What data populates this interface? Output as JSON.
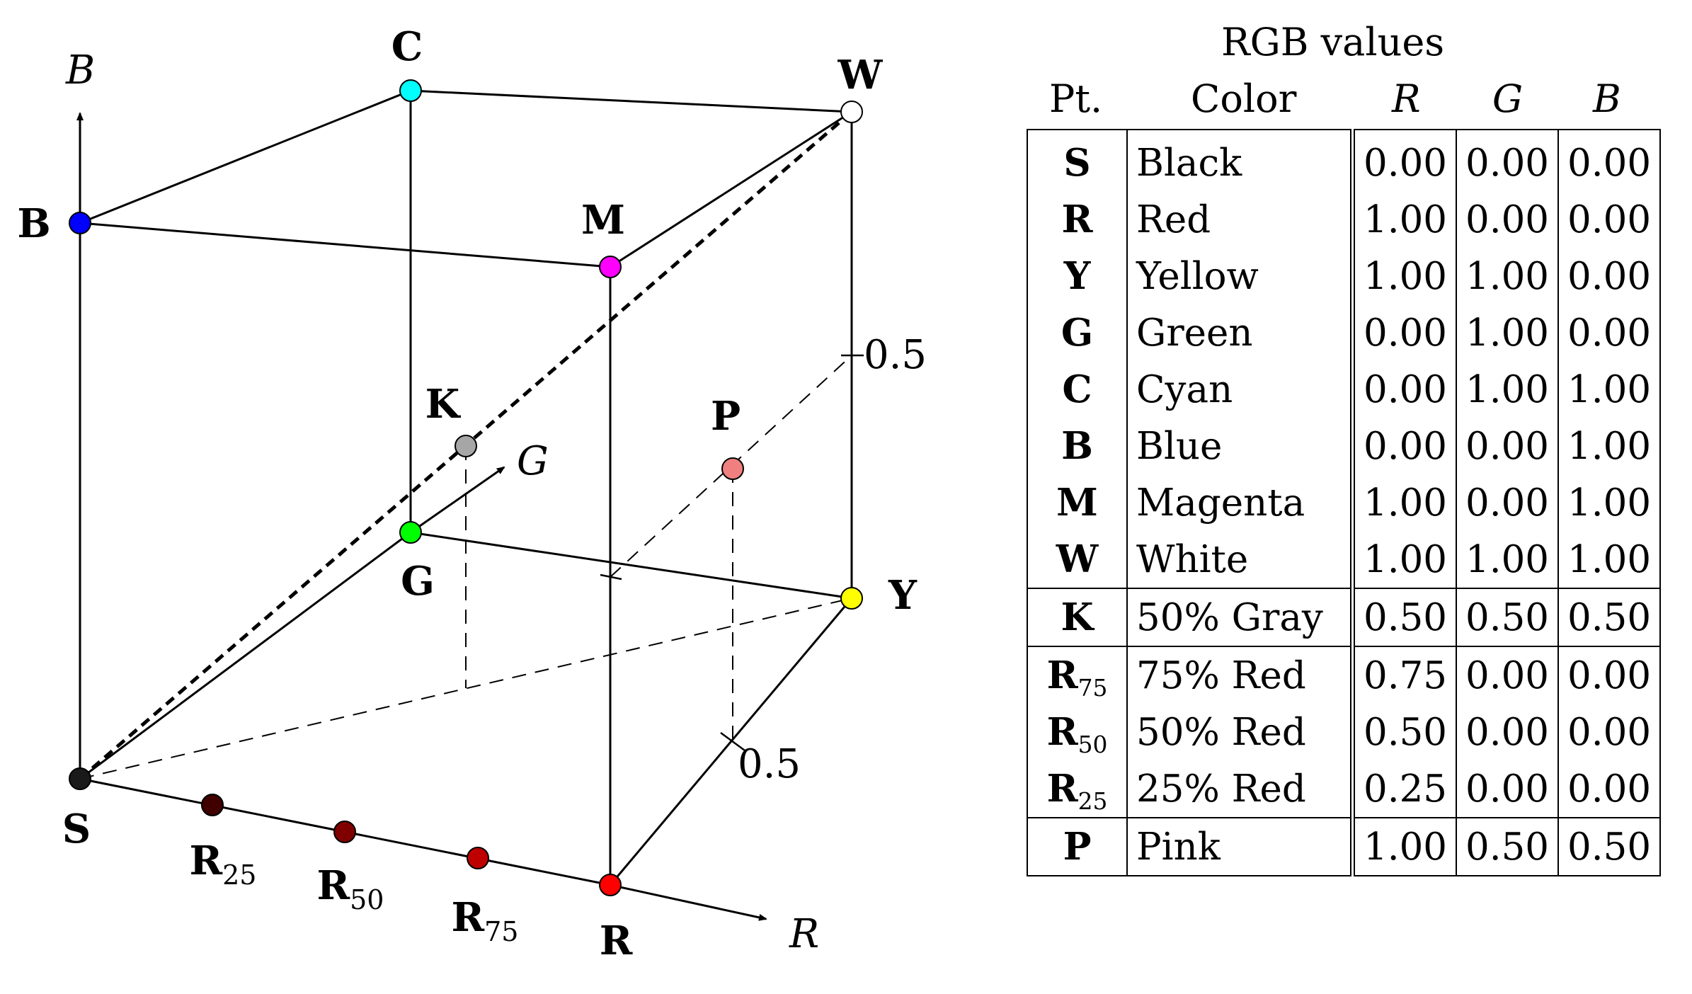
{
  "axes": {
    "r": "R",
    "g": "G",
    "b": "B",
    "tick_r": "0.5",
    "tick_b": "0.5"
  },
  "points": [
    {
      "id": "S",
      "label": "S",
      "sub": "",
      "color": "#1a1a1a"
    },
    {
      "id": "R",
      "label": "R",
      "sub": "",
      "color": "#ff0000"
    },
    {
      "id": "Y",
      "label": "Y",
      "sub": "",
      "color": "#ffff00"
    },
    {
      "id": "G",
      "label": "G",
      "sub": "",
      "color": "#00ff00"
    },
    {
      "id": "C",
      "label": "C",
      "sub": "",
      "color": "#00ffff"
    },
    {
      "id": "B",
      "label": "B",
      "sub": "",
      "color": "#0000ff"
    },
    {
      "id": "M",
      "label": "M",
      "sub": "",
      "color": "#ff00ff"
    },
    {
      "id": "W",
      "label": "W",
      "sub": "",
      "color": "#ffffff"
    },
    {
      "id": "K",
      "label": "K",
      "sub": "",
      "color": "#a6a6a6"
    },
    {
      "id": "P",
      "label": "P",
      "sub": "",
      "color": "#f08080"
    },
    {
      "id": "R25",
      "label": "R",
      "sub": "25",
      "color": "#400000"
    },
    {
      "id": "R50",
      "label": "R",
      "sub": "50",
      "color": "#800000"
    },
    {
      "id": "R75",
      "label": "R",
      "sub": "75",
      "color": "#bf0000"
    }
  ],
  "table": {
    "caption": "RGB values",
    "headers": {
      "pt": "Pt.",
      "color": "Color",
      "r": "R",
      "g": "G",
      "b": "B"
    },
    "rows": [
      {
        "pt": "S",
        "sub": "",
        "color": "Black",
        "r": "0.00",
        "g": "0.00",
        "b": "0.00"
      },
      {
        "pt": "R",
        "sub": "",
        "color": "Red",
        "r": "1.00",
        "g": "0.00",
        "b": "0.00"
      },
      {
        "pt": "Y",
        "sub": "",
        "color": "Yellow",
        "r": "1.00",
        "g": "1.00",
        "b": "0.00"
      },
      {
        "pt": "G",
        "sub": "",
        "color": "Green",
        "r": "0.00",
        "g": "1.00",
        "b": "0.00"
      },
      {
        "pt": "C",
        "sub": "",
        "color": "Cyan",
        "r": "0.00",
        "g": "1.00",
        "b": "1.00"
      },
      {
        "pt": "B",
        "sub": "",
        "color": "Blue",
        "r": "0.00",
        "g": "0.00",
        "b": "1.00"
      },
      {
        "pt": "M",
        "sub": "",
        "color": "Magenta",
        "r": "1.00",
        "g": "0.00",
        "b": "1.00"
      },
      {
        "pt": "W",
        "sub": "",
        "color": "White",
        "r": "1.00",
        "g": "1.00",
        "b": "1.00"
      },
      {
        "pt": "K",
        "sub": "",
        "color": "50% Gray",
        "r": "0.50",
        "g": "0.50",
        "b": "0.50"
      },
      {
        "pt": "R",
        "sub": "75",
        "color": "75% Red",
        "r": "0.75",
        "g": "0.00",
        "b": "0.00"
      },
      {
        "pt": "R",
        "sub": "50",
        "color": "50% Red",
        "r": "0.50",
        "g": "0.00",
        "b": "0.00"
      },
      {
        "pt": "R",
        "sub": "25",
        "color": "25% Red",
        "r": "0.25",
        "g": "0.00",
        "b": "0.00"
      },
      {
        "pt": "P",
        "sub": "",
        "color": "Pink",
        "r": "1.00",
        "g": "0.50",
        "b": "0.50"
      }
    ]
  }
}
